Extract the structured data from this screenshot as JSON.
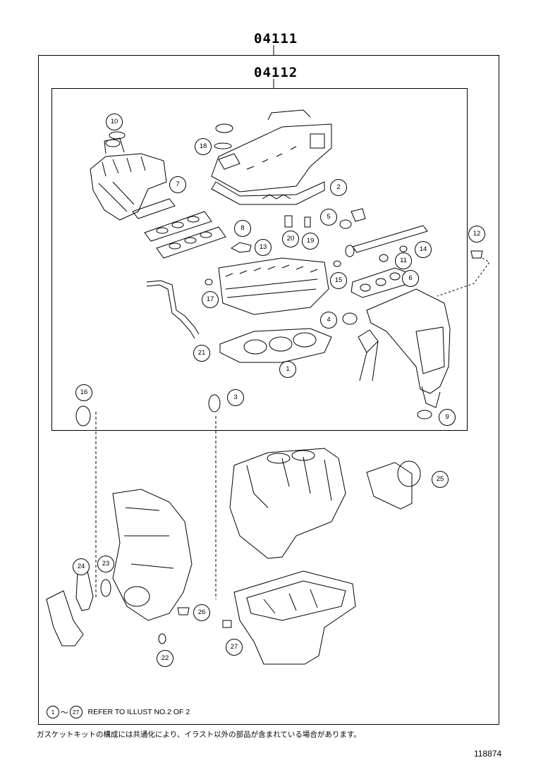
{
  "diagram": {
    "outer_kit_code": "04111",
    "inner_kit_code": "04112",
    "note_range_start": "1",
    "note_range_sep": "～",
    "note_range_end": "27",
    "note_text": "REFER TO ILLUST NO.2 OF 2",
    "japanese_note": "ガスケットキットの構成には共通化により、イラスト以外の部品が含まれている場合があります。",
    "illustration_number": "118874"
  },
  "callouts": [
    "1",
    "2",
    "3",
    "4",
    "5",
    "6",
    "7",
    "8",
    "9",
    "10",
    "11",
    "12",
    "13",
    "14",
    "15",
    "16",
    "17",
    "18",
    "19",
    "20",
    "21",
    "22",
    "23",
    "24",
    "25",
    "26",
    "27"
  ]
}
